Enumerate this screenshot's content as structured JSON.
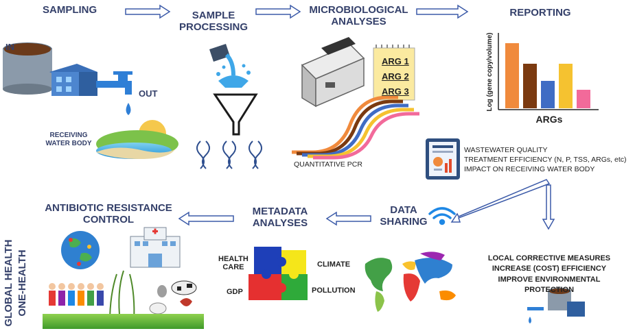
{
  "steps": {
    "sampling": "SAMPLING",
    "sample_processing": "SAMPLE\nPROCESSING",
    "microbiological_analyses": "MICROBIOLOGICAL\nANALYSES",
    "reporting": "REPORTING",
    "data_sharing": "DATA\nSHARING",
    "metadata_analyses": "METADATA\nANALYSES",
    "antibiotic_resistance_control": "ANTIBIOTIC RESISTANCE\nCONTROL"
  },
  "sampling": {
    "in_label": "IN",
    "out_label": "OUT",
    "receiving_water_body": "RECEIVING\nWATER BODY"
  },
  "analyses": {
    "arg_list": [
      "ARG 1",
      "ARG 2",
      "ARG 3"
    ],
    "qpcr_label": "QUANTITATIVE PCR"
  },
  "reporting": {
    "ylabel": "Log (gene copy/volume)",
    "xlabel": "ARGs",
    "report_items": [
      "WASTEWATER QUALITY",
      "TREATMENT EFFICIENCY (N, P, TSS, ARGs, etc)",
      "IMPACT ON RECEIVING WATER BODY"
    ]
  },
  "chart_data": {
    "type": "bar",
    "categories": [
      "",
      "",
      "",
      "",
      ""
    ],
    "values": [
      95,
      65,
      40,
      65,
      27
    ],
    "colors": [
      "#f08a3c",
      "#7b3a10",
      "#3f6cc4",
      "#f5c230",
      "#f26a9a"
    ],
    "xlabel": "ARGs",
    "ylabel": "Log (gene copy/volume)",
    "ylim": [
      0,
      100
    ]
  },
  "metadata": {
    "puzzle_labels": [
      "HEALTH\nCARE",
      "CLIMATE",
      "GDP",
      "POLLUTION"
    ]
  },
  "outcomes": {
    "items": [
      "LOCAL CORRECTIVE MEASURES",
      "INCREASE (COST) EFFICIENCY",
      "IMPROVE ENVIRONMENTAL PROTECTION"
    ]
  },
  "side_labels": {
    "global_health": "GLOBAL HEALTH",
    "one_health": "ONE-HEALTH"
  }
}
